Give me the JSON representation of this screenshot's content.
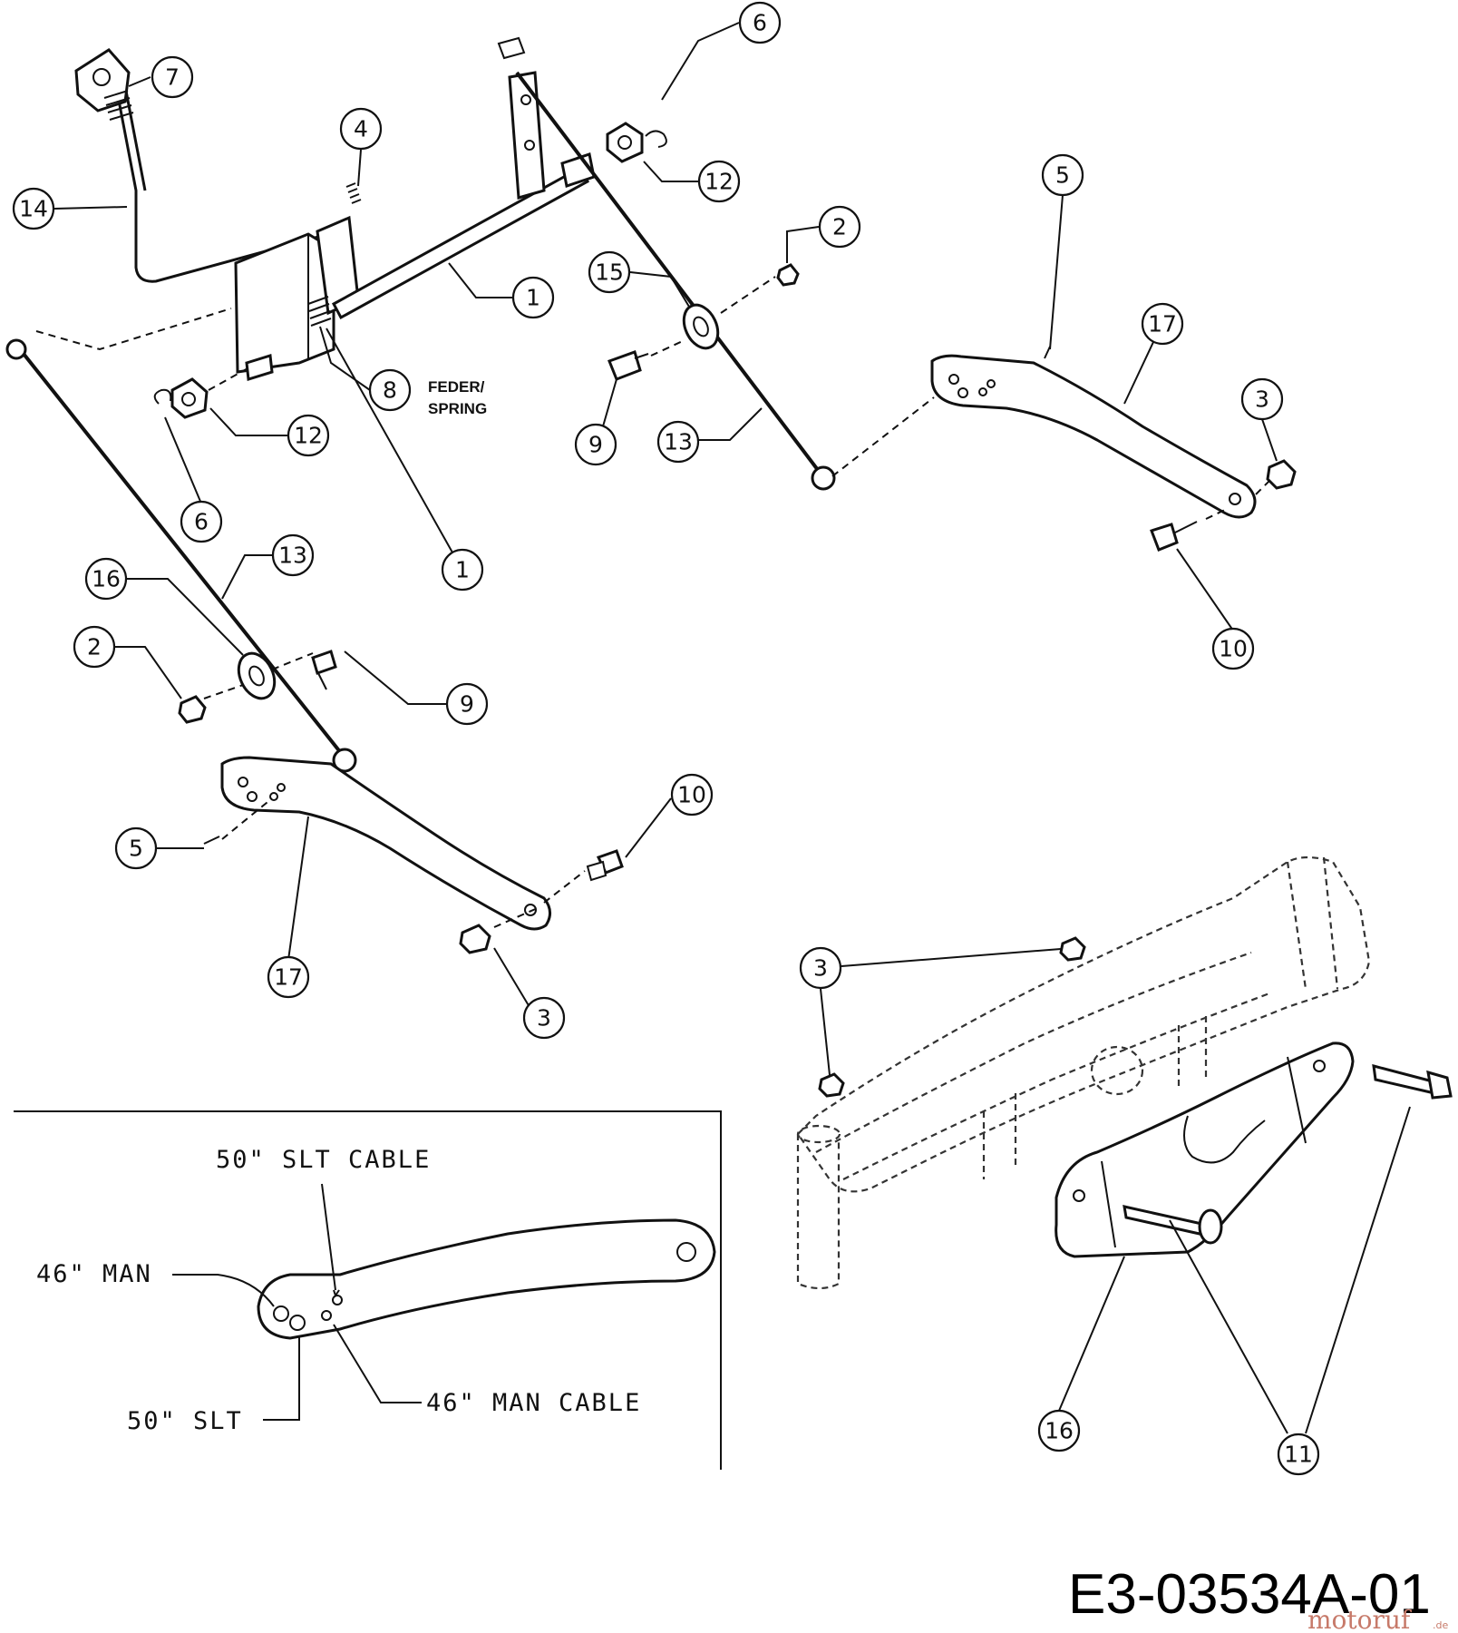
{
  "callouts": [
    {
      "id": "c1a",
      "label": "1"
    },
    {
      "id": "c1b",
      "label": "1"
    },
    {
      "id": "c2a",
      "label": "2"
    },
    {
      "id": "c2b",
      "label": "2"
    },
    {
      "id": "c3a",
      "label": "3"
    },
    {
      "id": "c3b",
      "label": "3"
    },
    {
      "id": "c3c",
      "label": "3"
    },
    {
      "id": "c4",
      "label": "4"
    },
    {
      "id": "c5a",
      "label": "5"
    },
    {
      "id": "c5b",
      "label": "5"
    },
    {
      "id": "c6a",
      "label": "6"
    },
    {
      "id": "c6b",
      "label": "6"
    },
    {
      "id": "c7",
      "label": "7"
    },
    {
      "id": "c8",
      "label": "8"
    },
    {
      "id": "c9a",
      "label": "9"
    },
    {
      "id": "c9b",
      "label": "9"
    },
    {
      "id": "c10a",
      "label": "10"
    },
    {
      "id": "c10b",
      "label": "10"
    },
    {
      "id": "c11",
      "label": "11"
    },
    {
      "id": "c12a",
      "label": "12"
    },
    {
      "id": "c12b",
      "label": "12"
    },
    {
      "id": "c13a",
      "label": "13"
    },
    {
      "id": "c13b",
      "label": "13"
    },
    {
      "id": "c14",
      "label": "14"
    },
    {
      "id": "c15a",
      "label": "15"
    },
    {
      "id": "c15b",
      "label": "15"
    },
    {
      "id": "c16",
      "label": "16"
    },
    {
      "id": "c17a",
      "label": "17"
    },
    {
      "id": "c17b",
      "label": "17"
    }
  ],
  "spring_label": {
    "line1": "FEDER/",
    "line2": "SPRING"
  },
  "inset": {
    "label_50_slt_cable": "50\" SLT CABLE",
    "label_46_man": "46\" MAN",
    "label_50_slt": "50\" SLT",
    "label_46_man_cable": "46\" MAN CABLE"
  },
  "drawing_number": "E3-03534A-01",
  "watermark": {
    "brand": "motoruf",
    "suffix": ".de"
  }
}
